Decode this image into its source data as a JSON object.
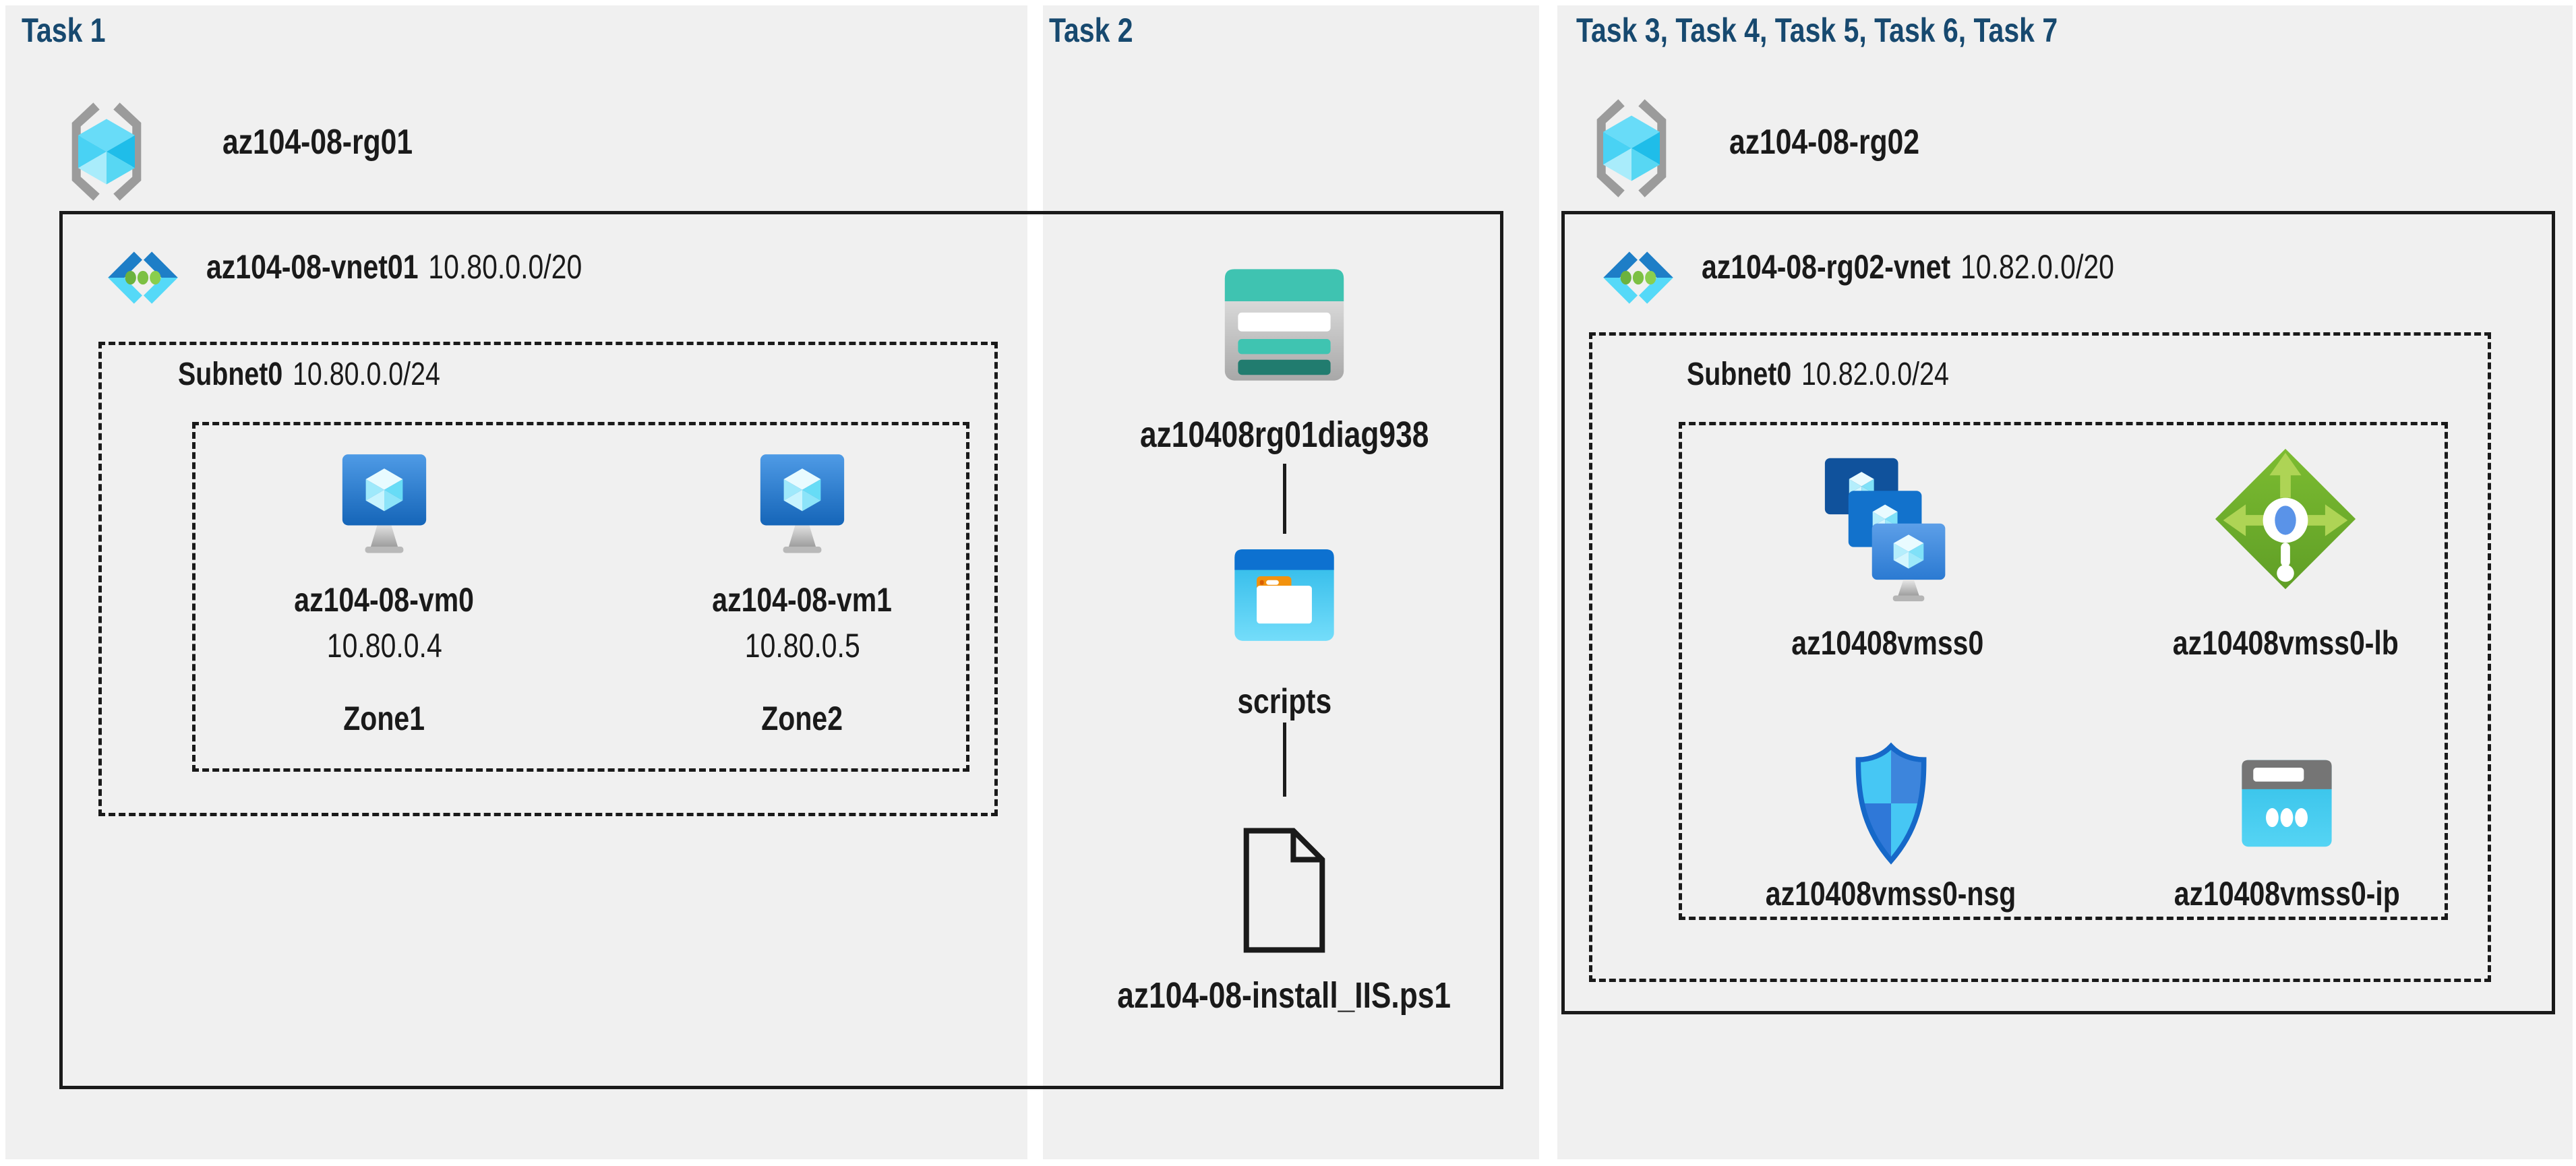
{
  "colors": {
    "background": "#ffffff",
    "panel_background": "#f0f0f0",
    "title_navy": "#17496f",
    "text": "#1a1a1a",
    "border_black": "#1a1a1a",
    "azure_blue": "#1e7ec7",
    "azure_cyan": "#55d9f8",
    "azure_green": "#71b240",
    "storage_teal": "#3fc3b1",
    "lb_green": "#6fb22c",
    "nsg_blue": "#3d85dc",
    "ip_cyan": "#3ac4ec"
  },
  "panel1": {
    "title": "Task 1",
    "resource_group": "az104-08-rg01",
    "vnet": {
      "name": "az104-08-vnet01",
      "cidr": "10.80.0.0/20"
    },
    "subnet": {
      "name": "Subnet0",
      "cidr": "10.80.0.0/24"
    },
    "vms": [
      {
        "name": "az104-08-vm0",
        "ip": "10.80.0.4",
        "zone": "Zone1"
      },
      {
        "name": "az104-08-vm1",
        "ip": "10.80.0.5",
        "zone": "Zone2"
      }
    ]
  },
  "panel2": {
    "title": "Task 2",
    "storage_account": "az10408rg01diag938",
    "container": "scripts",
    "script_file": "az104-08-install_IIS.ps1"
  },
  "panel3": {
    "title": "Task 3, Task 4, Task 5, Task 6, Task 7",
    "resource_group": "az104-08-rg02",
    "vnet": {
      "name": "az104-08-rg02-vnet",
      "cidr": "10.82.0.0/20"
    },
    "subnet": {
      "name": "Subnet0",
      "cidr": "10.82.0.0/24"
    },
    "resources": [
      {
        "name": "az10408vmss0",
        "type": "virtual-machine-scale-set"
      },
      {
        "name": "az10408vmss0-lb",
        "type": "load-balancer"
      },
      {
        "name": "az10408vmss0-nsg",
        "type": "network-security-group"
      },
      {
        "name": "az10408vmss0-ip",
        "type": "public-ip-address"
      }
    ]
  }
}
